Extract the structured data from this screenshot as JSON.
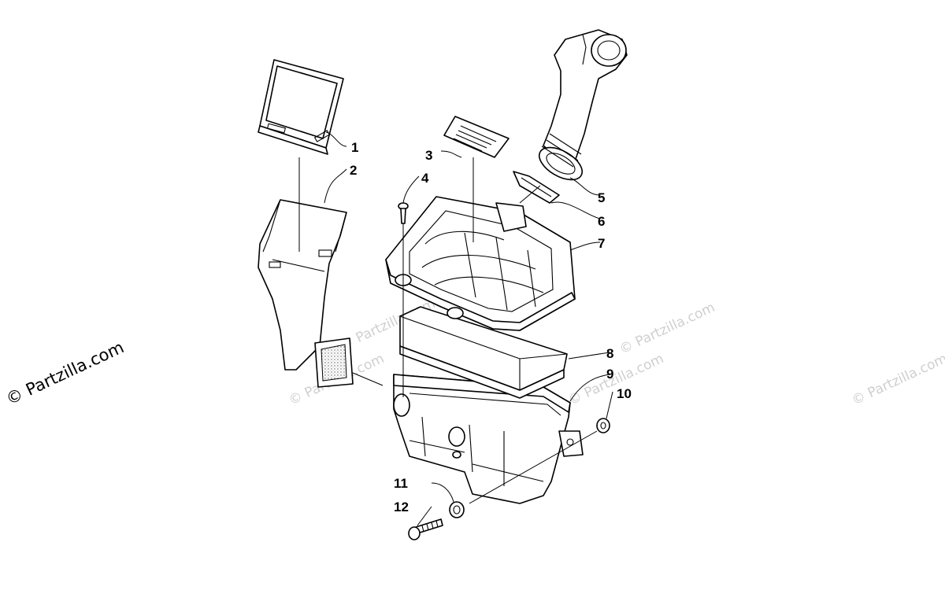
{
  "watermark": {
    "main": "© Partzilla.com",
    "ghost": "© Partzilla.com"
  },
  "callouts": [
    {
      "id": 1,
      "label": "1"
    },
    {
      "id": 2,
      "label": "2"
    },
    {
      "id": 3,
      "label": "3"
    },
    {
      "id": 4,
      "label": "4"
    },
    {
      "id": 5,
      "label": "5"
    },
    {
      "id": 6,
      "label": "6"
    },
    {
      "id": 7,
      "label": "7"
    },
    {
      "id": 8,
      "label": "8"
    },
    {
      "id": 9,
      "label": "9"
    },
    {
      "id": 10,
      "label": "10"
    },
    {
      "id": 11,
      "label": "11"
    },
    {
      "id": 12,
      "label": "12"
    }
  ]
}
